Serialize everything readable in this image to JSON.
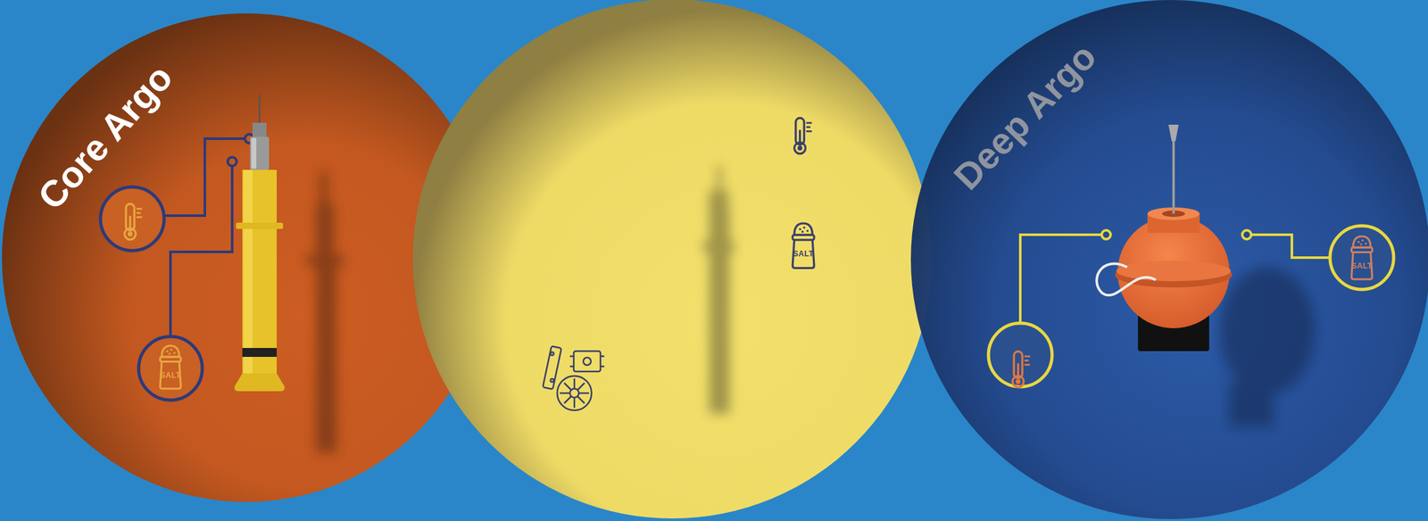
{
  "diagram": {
    "nodes": [
      {
        "text": [
          "Core Argo"
        ]
      },
      {
        "text": [
          "Deep Argo"
        ]
      }
    ],
    "labels": [
      "SALT",
      "SALT",
      "SALT"
    ]
  }
}
